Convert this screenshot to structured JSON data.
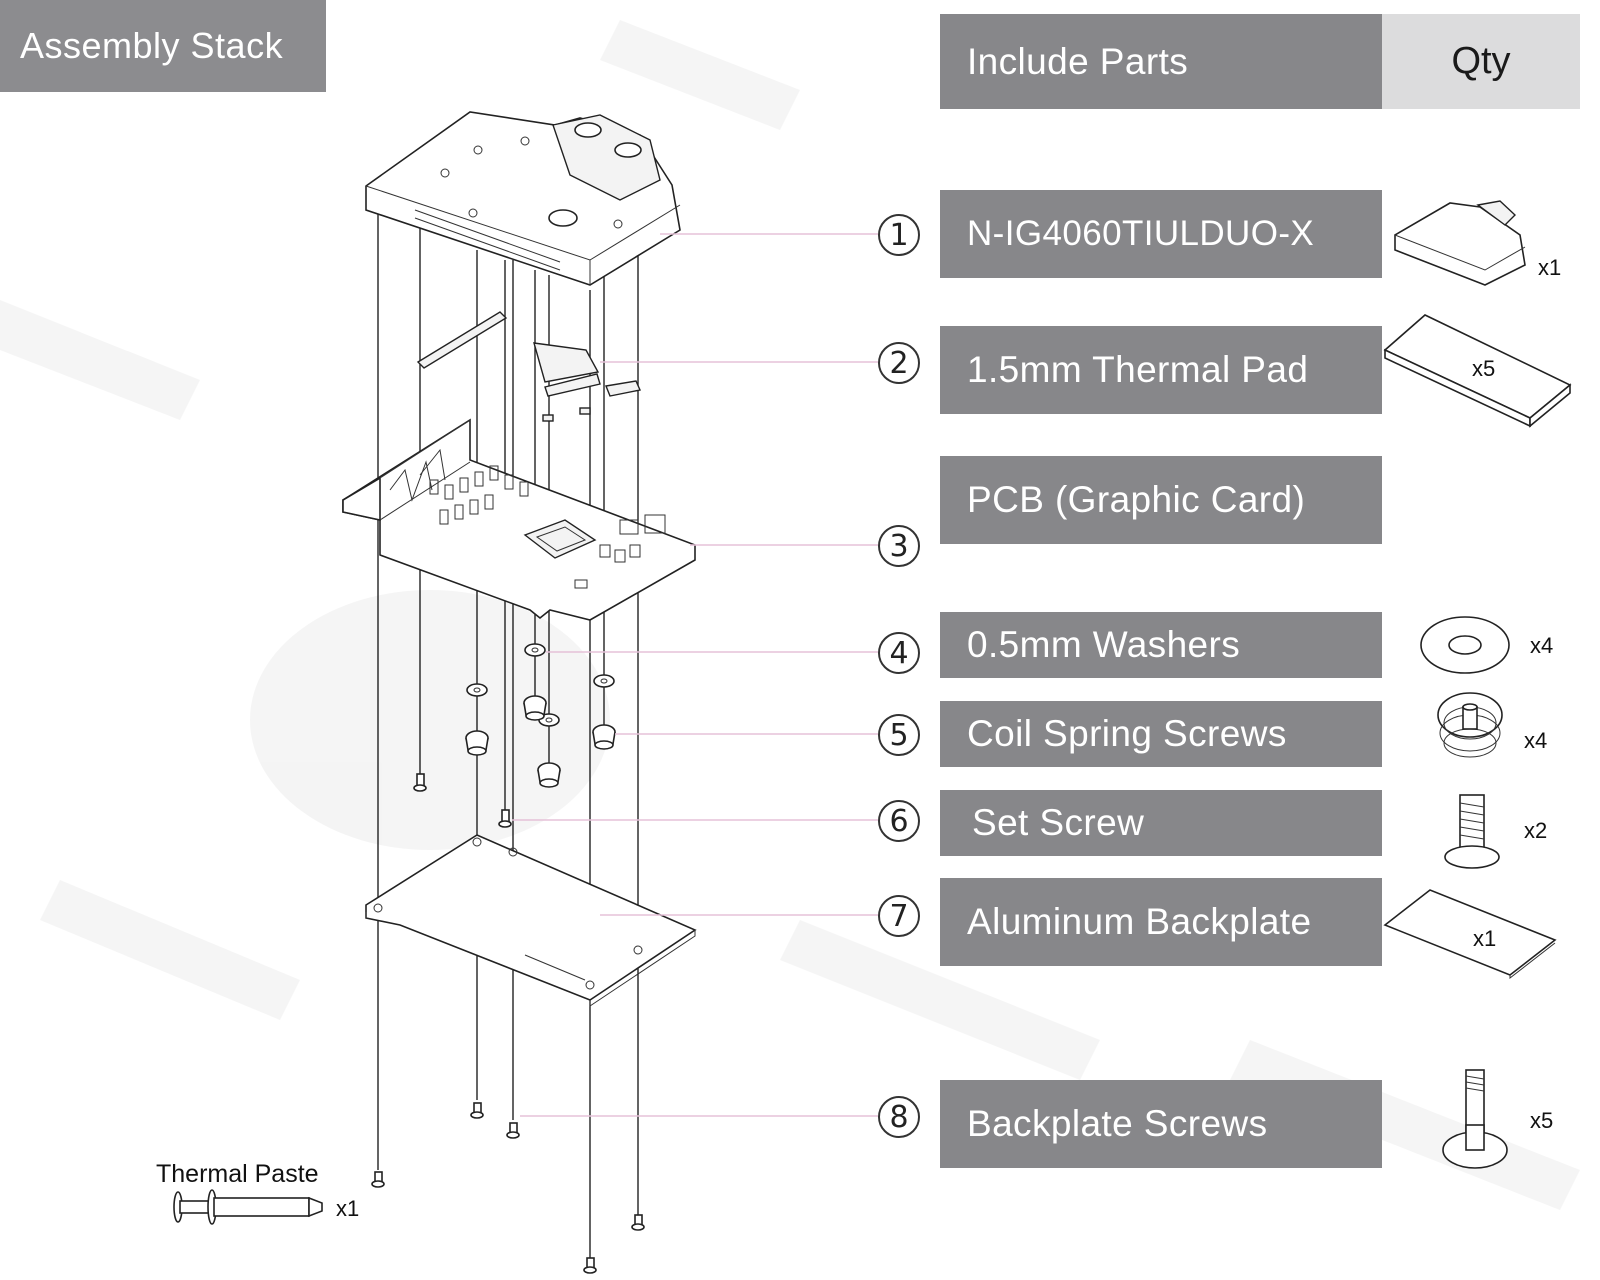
{
  "header": {
    "title": "Assembly Stack"
  },
  "table": {
    "header_label": "Include Parts",
    "qty_header": "Qty",
    "rows": [
      {
        "num": "1",
        "label": "N-IG4060TIULDUO-X",
        "qty": "x1"
      },
      {
        "num": "2",
        "label": "1.5mm Thermal Pad",
        "qty": "x5"
      },
      {
        "num": "3",
        "label": "PCB (Graphic Card)",
        "qty": ""
      },
      {
        "num": "4",
        "label": "0.5mm Washers",
        "qty": "x4"
      },
      {
        "num": "5",
        "label": "Coil Spring Screws",
        "qty": "x4"
      },
      {
        "num": "6",
        "label": "Set Screw",
        "qty": "x2"
      },
      {
        "num": "7",
        "label": "Aluminum Backplate",
        "qty": "x1"
      },
      {
        "num": "8",
        "label": "Backplate Screws",
        "qty": "x5"
      }
    ]
  },
  "thermal_paste": {
    "label": "Thermal Paste",
    "qty": "x1"
  },
  "colors": {
    "bar": "#87878a",
    "qty_header": "#dcdcdd",
    "leader": "#e5c2d8"
  }
}
